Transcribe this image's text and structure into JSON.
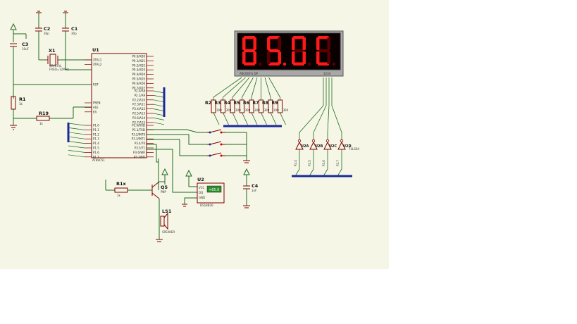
{
  "colors": {
    "background": "#f6f6e6",
    "wire": "#1c6a1c",
    "component": "#800000",
    "bus": "#1b2a99",
    "display_on": "#ff1a1a",
    "display_off": "#5a0000",
    "lcd_green": "#2e8b2e"
  },
  "display": {
    "digits": [
      "8",
      "5",
      "0",
      "C"
    ],
    "segment_label": "ABCDEFG  DP",
    "digit_label": "1234"
  },
  "mcu": {
    "ref": "U1",
    "left_pins_top": [
      "XTAL1",
      "XTAL2",
      "RST"
    ],
    "left_pins_mid": [
      "PSEN",
      "ALE",
      "EA"
    ],
    "left_pins_port1": [
      "P1.0",
      "P1.1",
      "P1.2",
      "P1.3",
      "P1.4",
      "P1.5",
      "P1.6",
      "P1.7"
    ],
    "right_pins_port0": [
      "P0.0/AD0",
      "P0.1/AD1",
      "P0.2/AD2",
      "P0.3/AD3",
      "P0.4/AD4",
      "P0.5/AD5",
      "P0.6/AD6",
      "P0.7/AD7"
    ],
    "right_pins_port2": [
      "P2.0/A8",
      "P2.1/A9",
      "P2.2/A10",
      "P2.3/A11",
      "P2.4/A12",
      "P2.5/A13",
      "P2.6/A14",
      "P2.7/A15"
    ],
    "right_pins_port3": [
      "P3.0/RXD",
      "P3.1/TXD",
      "P3.2/INT0",
      "P3.3/INT1",
      "P3.4/T0",
      "P3.5/T1",
      "P3.6/WR",
      "P3.7/RD"
    ],
    "part_name": "AT89C51"
  },
  "components": {
    "c3": {
      "ref": "C3",
      "value": "10uF"
    },
    "c2": {
      "ref": "C2",
      "value": "30p"
    },
    "c1": {
      "ref": "C1",
      "value": "30p"
    },
    "x1": {
      "ref": "X1",
      "name": "CRYSTAL",
      "freq": "FREQ=12MHz"
    },
    "r1": {
      "ref": "R1",
      "value": "1k"
    },
    "r19": {
      "ref": "R19",
      "value": "1k"
    },
    "r1x": {
      "ref": "R1x",
      "value": "1k"
    },
    "q5": {
      "ref": "Q5",
      "value": "PNP"
    },
    "ls1": {
      "ref": "LS1",
      "value": "SPEAKER"
    },
    "u2": {
      "ref": "U2",
      "pins": [
        "VCC",
        "DQ",
        "GND"
      ],
      "readout": "+85.0",
      "part": "DS18B20"
    },
    "c4": {
      "ref": "C4",
      "value": "1nF"
    },
    "resistor_array": [
      "R2",
      "R3",
      "R4",
      "R5",
      "R6",
      "R7",
      "R8",
      "R9"
    ],
    "resistor_value": "300",
    "buffers": [
      {
        "ref": "U2A",
        "pin": "P2.4"
      },
      {
        "ref": "U2B",
        "pin": "P2.5"
      },
      {
        "ref": "U2C",
        "pin": "P2.6"
      },
      {
        "ref": "U2D",
        "pin": "P2.7"
      }
    ],
    "buffer_part": "74LS04"
  }
}
